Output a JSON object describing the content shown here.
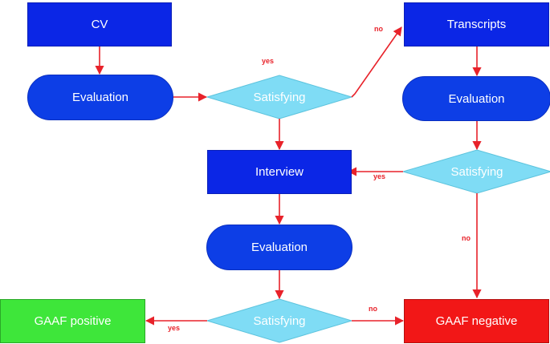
{
  "nodes": {
    "cv": "CV",
    "evaluation_1": "Evaluation",
    "satisfying_1": "Satisfying",
    "transcripts": "Transcripts",
    "evaluation_2": "Evaluation",
    "satisfying_2": "Satisfying",
    "interview": "Interview",
    "evaluation_3": "Evaluation",
    "satisfying_3": "Satisfying",
    "gaaf_positive": "GAAF positive",
    "gaaf_negative": "GAAF negative"
  },
  "edge_labels": {
    "satisfying_1_yes": "yes",
    "satisfying_1_no": "no",
    "satisfying_2_yes": "yes",
    "satisfying_2_no": "no",
    "satisfying_3_yes": "yes",
    "satisfying_3_no": "no"
  },
  "colors": {
    "process_box": "#0b26e6",
    "evaluation_pill": "#0d3ee6",
    "decision": "#7fdcf5",
    "positive": "#3ee63a",
    "negative": "#f21717",
    "arrow": "#e8222a"
  }
}
